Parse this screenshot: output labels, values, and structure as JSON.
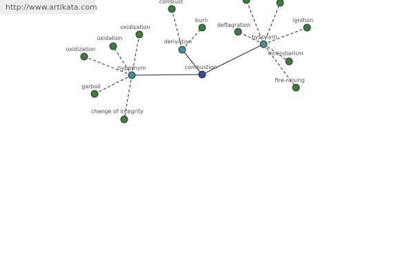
{
  "source_link": "http://www.artikata.com",
  "colors": {
    "center_node": "#3b4a8f",
    "relation_node": "#4a8a96",
    "leaf_node": "#3f7a3f",
    "node_stroke": "#2b3b2b",
    "edge": "#222222"
  },
  "graph": {
    "center": {
      "label": "combustion"
    },
    "relations": {
      "hypernym": {
        "label": "hypernym"
      },
      "derivation": {
        "label": "derivation"
      },
      "hyponym": {
        "label": "hyponym"
      }
    },
    "leaves": {
      "oxidisation": {
        "label": "oxidisation"
      },
      "oxidation": {
        "label": "oxidation"
      },
      "oxidization": {
        "label": "oxidization"
      },
      "garboil": {
        "label": "garboil"
      },
      "change_of_integrity": {
        "label": "change of integrity"
      },
      "combust": {
        "label": "combust"
      },
      "burn": {
        "label": "burn"
      },
      "deflagration": {
        "label": "deflagration"
      },
      "ignition": {
        "label": "ignition"
      },
      "incendiarism": {
        "label": "incendiarism"
      },
      "fire_raising": {
        "label": "fire-raising"
      },
      "hyponym_top_1": {
        "label": ""
      },
      "hyponym_top_2": {
        "label": ""
      }
    }
  }
}
